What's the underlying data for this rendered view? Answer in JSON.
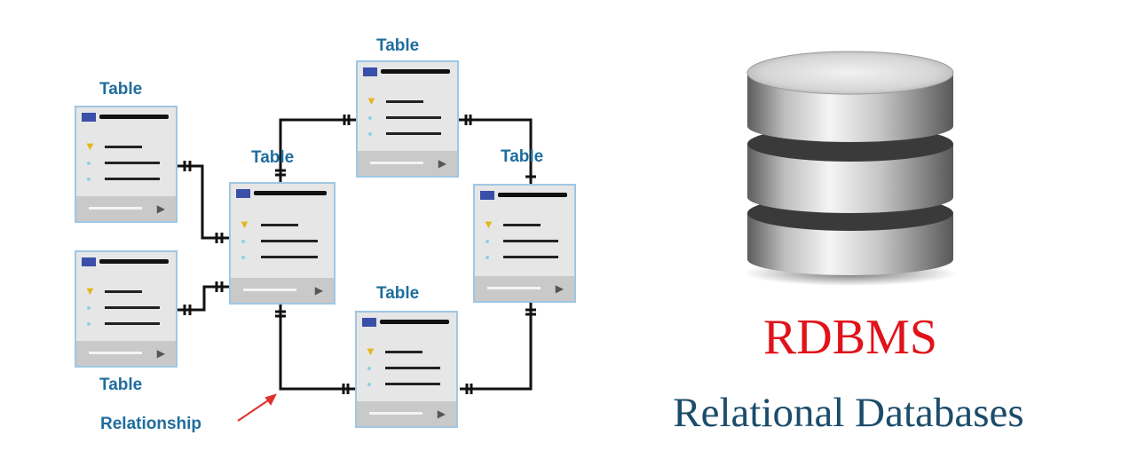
{
  "diagram": {
    "tables": [
      {
        "id": "t1",
        "label": "Table"
      },
      {
        "id": "t2",
        "label": "Table"
      },
      {
        "id": "t3",
        "label": "Table"
      },
      {
        "id": "t4",
        "label": "Table"
      },
      {
        "id": "t5",
        "label": "Table"
      },
      {
        "id": "t6",
        "label": "Table"
      }
    ],
    "relationship_label": "Relationship"
  },
  "colors": {
    "label_blue": "#1f6d9e",
    "rdbms_red": "#e0121a",
    "subtitle_navy": "#1b4c6b",
    "table_border": "#9fc7e4",
    "key_yellow": "#e2b81a"
  },
  "banner": {
    "title": "RDBMS",
    "subtitle": "Relational Databases",
    "icon": "database-cylinder-icon"
  }
}
